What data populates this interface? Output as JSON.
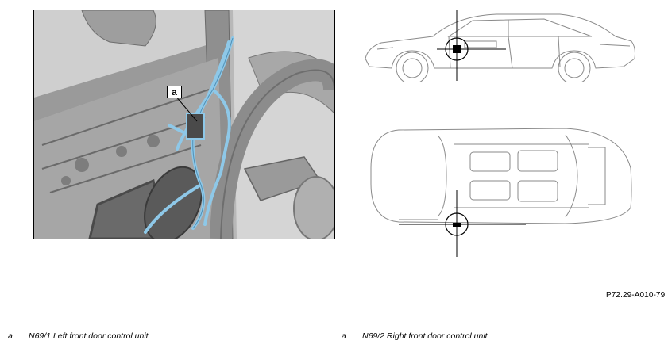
{
  "figure": {
    "callout_label": "a",
    "reference_code": "P72.29-A010-79"
  },
  "legend": [
    {
      "key": "a",
      "text": "N69/1 Left front door control unit"
    },
    {
      "key": "a",
      "text": "N69/2 Right front door control unit"
    }
  ],
  "colors": {
    "wiring_highlight": "#8ec8e8",
    "line_art": "#8a8a8a",
    "photo_background": "#bdbdbd"
  },
  "icons": {
    "location_marker": "crosshair-icon"
  }
}
